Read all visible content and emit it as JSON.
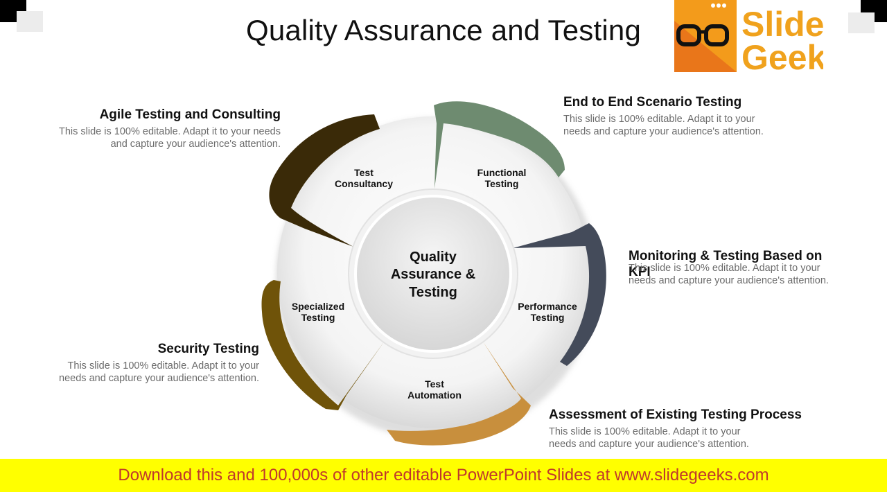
{
  "title": "Quality Assurance and Testing",
  "logo": {
    "line1": "Slide",
    "line2": "Geeks",
    "icon": "glasses-icon"
  },
  "center": {
    "lines": [
      "Quality",
      "Assurance &",
      "Testing"
    ]
  },
  "segments": [
    {
      "lines": [
        "Test",
        "Consultancy"
      ],
      "color": "#3a2a08"
    },
    {
      "lines": [
        "Functional",
        "Testing"
      ],
      "color": "#6e8b70"
    },
    {
      "lines": [
        "Performance",
        "Testing"
      ],
      "color": "#444b5a"
    },
    {
      "lines": [
        "Test",
        "Automation"
      ],
      "color": "#c88f3d"
    },
    {
      "lines": [
        "Specialized",
        "Testing"
      ],
      "color": "#6f5309"
    }
  ],
  "blocks": {
    "agile": {
      "heading": "Agile Testing and Consulting",
      "text": "This slide is 100% editable. Adapt it to your needs and capture your audience's attention."
    },
    "e2e": {
      "heading": "End to End Scenario Testing",
      "text": "This slide is 100% editable. Adapt it to your needs and capture your audience's attention."
    },
    "kpi": {
      "heading": "Monitoring & Testing Based on KPI",
      "text": "This slide is 100% editable. Adapt it to your needs and capture your audience's attention."
    },
    "security": {
      "heading": "Security Testing",
      "text": "This slide is 100% editable. Adapt it to your needs and capture your audience's attention."
    },
    "assessment": {
      "heading": "Assessment of Existing Testing Process",
      "text": "This slide is 100% editable. Adapt it to your needs and capture your audience's attention."
    }
  },
  "banner": {
    "text": "Download this and 100,000s of other editable PowerPoint Slides at www.slidegeeks.com"
  }
}
